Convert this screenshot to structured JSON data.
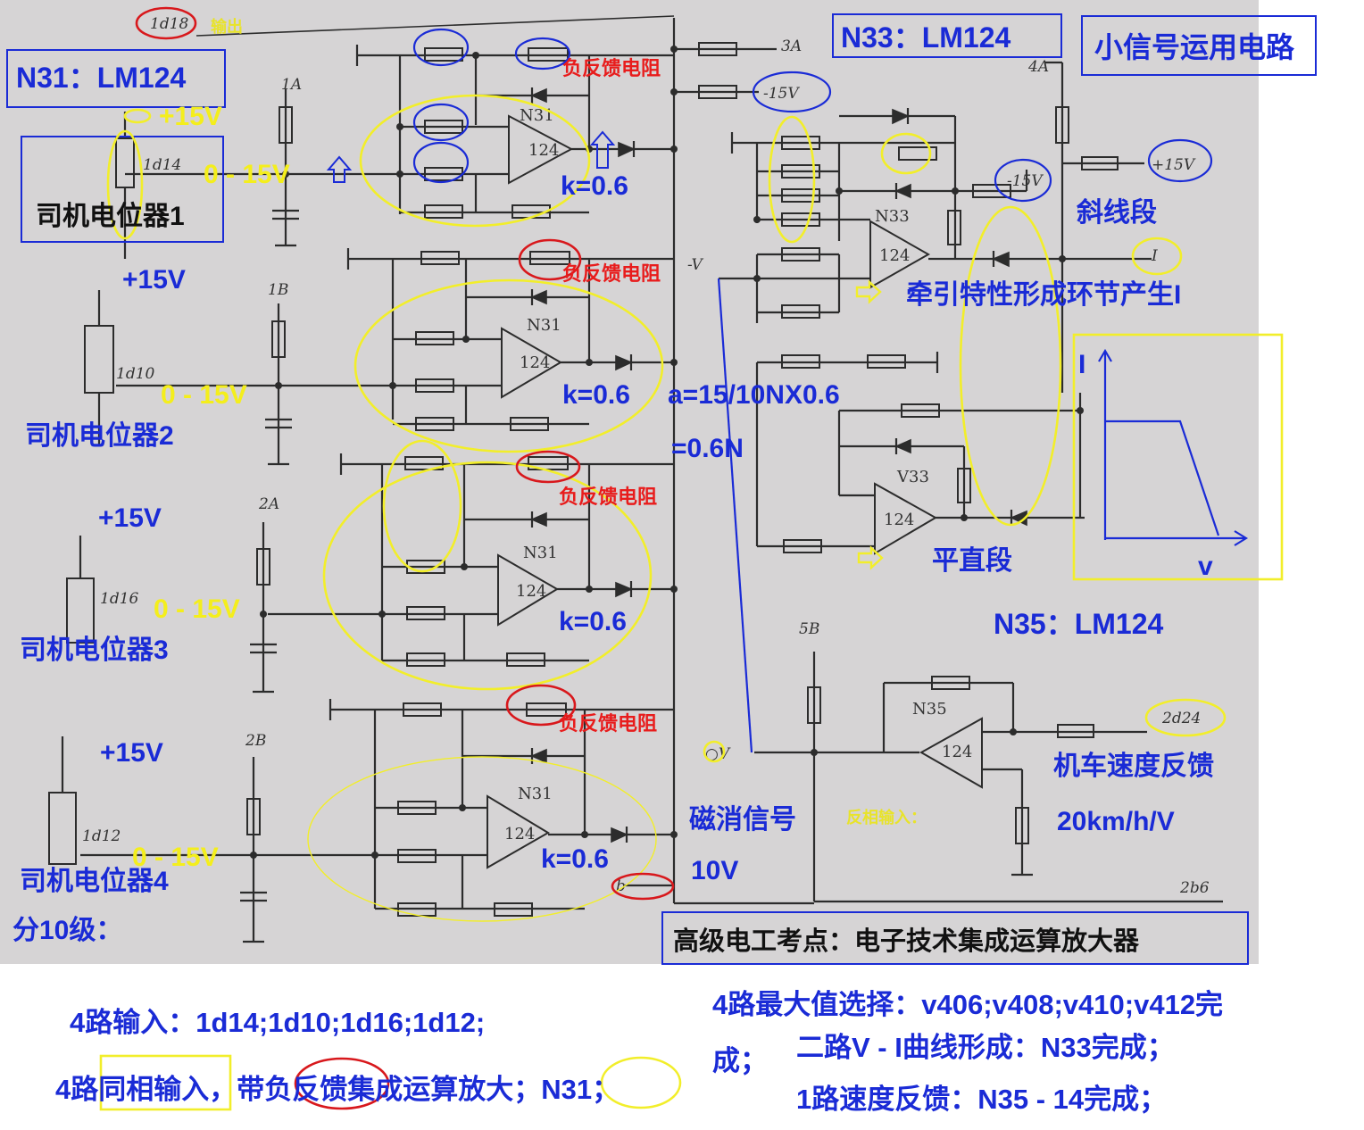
{
  "diagram": {
    "top_title": "小信号运用电路",
    "op_amp_labels": {
      "n31": "N31：LM124",
      "n33": "N33：LM124",
      "n35": "N35：LM124"
    },
    "output_label": "输出",
    "top_node": "1d18",
    "potentiometers": [
      "司机电位器1",
      "司机电位器2",
      "司机电位器3",
      "司机电位器4"
    ],
    "supply_plus": "+15V",
    "input_range": "0 - 15V",
    "gain": "k=0.6",
    "neg_feedback": "负反馈电阻",
    "formula_line1": "a=15/10NX0.6",
    "formula_line2": "=0.6N",
    "traction_label": "牵引特性形成环节产生I",
    "slope_segment": "斜线段",
    "flat_segment": "平直段",
    "graph_y_axis": "I",
    "graph_x_axis": "v",
    "speed_feedback": "机车速度反馈",
    "speed_scale": "20km/h/V",
    "degauss_signal": "磁消信号",
    "degauss_value": "10V",
    "inverting_input": "反相输入：",
    "levels": "分10级：",
    "exam_banner": "高级电工考点：电子技术集成运算放大器",
    "schematic_text": {
      "inputs": [
        "1d14",
        "1d10",
        "1d16",
        "1d12"
      ],
      "terminals": [
        "1A",
        "1B",
        "2A",
        "2B",
        "3A",
        "4A",
        "5B"
      ],
      "op_number": "124",
      "n31": "N31",
      "n33": "N33",
      "v33": "V33",
      "n35": "N35",
      "minus_15v": "-15V",
      "plus_15v_net": "+15V",
      "minus_v": "-V",
      "o_v": "○V",
      "node_2d24": "2d24",
      "node_2b6": "2b6",
      "node_b": "b",
      "node_i": "I"
    }
  },
  "bottom": {
    "line1_left": "4路输入：1d14;1d10;1d16;1d12;",
    "line1_right": "4路最大值选择：v406;v408;v410;v412完",
    "line2_left": "4路同相输入，带负反馈集成运算放大；N31；",
    "line2_mid": "成；",
    "line2_right": "二路V - I曲线形成：N33完成；",
    "line3_right": "1路速度反馈：N35 - 14完成；"
  }
}
